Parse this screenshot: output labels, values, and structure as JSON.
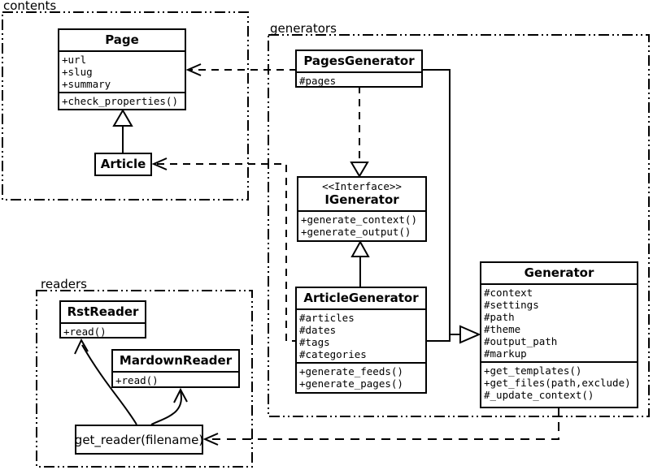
{
  "colors": {
    "ink": "#000000",
    "paper": "#ffffff"
  },
  "packages": {
    "contents": {
      "label": "contents"
    },
    "generators": {
      "label": "generators"
    },
    "readers": {
      "label": "readers"
    }
  },
  "classes": {
    "page": {
      "title": "Page",
      "attributes": [
        "+url",
        "+slug",
        "+summary"
      ],
      "methods": [
        "+check_properties()"
      ]
    },
    "article": {
      "title": "Article"
    },
    "pages_generator": {
      "title": "PagesGenerator",
      "attributes": [
        "#pages"
      ]
    },
    "igenerator": {
      "stereotype": "<<Interface>>",
      "title": "IGenerator",
      "methods": [
        "+generate_context()",
        "+generate_output()"
      ]
    },
    "article_generator": {
      "title": "ArticleGenerator",
      "attributes": [
        "#articles",
        "#dates",
        "#tags",
        "#categories"
      ],
      "methods": [
        "+generate_feeds()",
        "+generate_pages()"
      ]
    },
    "generator": {
      "title": "Generator",
      "attributes": [
        "#context",
        "#settings",
        "#path",
        "#theme",
        "#output_path",
        "#markup"
      ],
      "methods": [
        "+get_templates()",
        "+get_files(path,exclude)",
        "#_update_context()"
      ]
    },
    "rst_reader": {
      "title": "RstReader",
      "methods": [
        "+read()"
      ]
    },
    "markdown_reader": {
      "title": "MardownReader",
      "methods": [
        "+read()"
      ]
    },
    "get_reader": {
      "label": "get_reader(filename)"
    }
  }
}
